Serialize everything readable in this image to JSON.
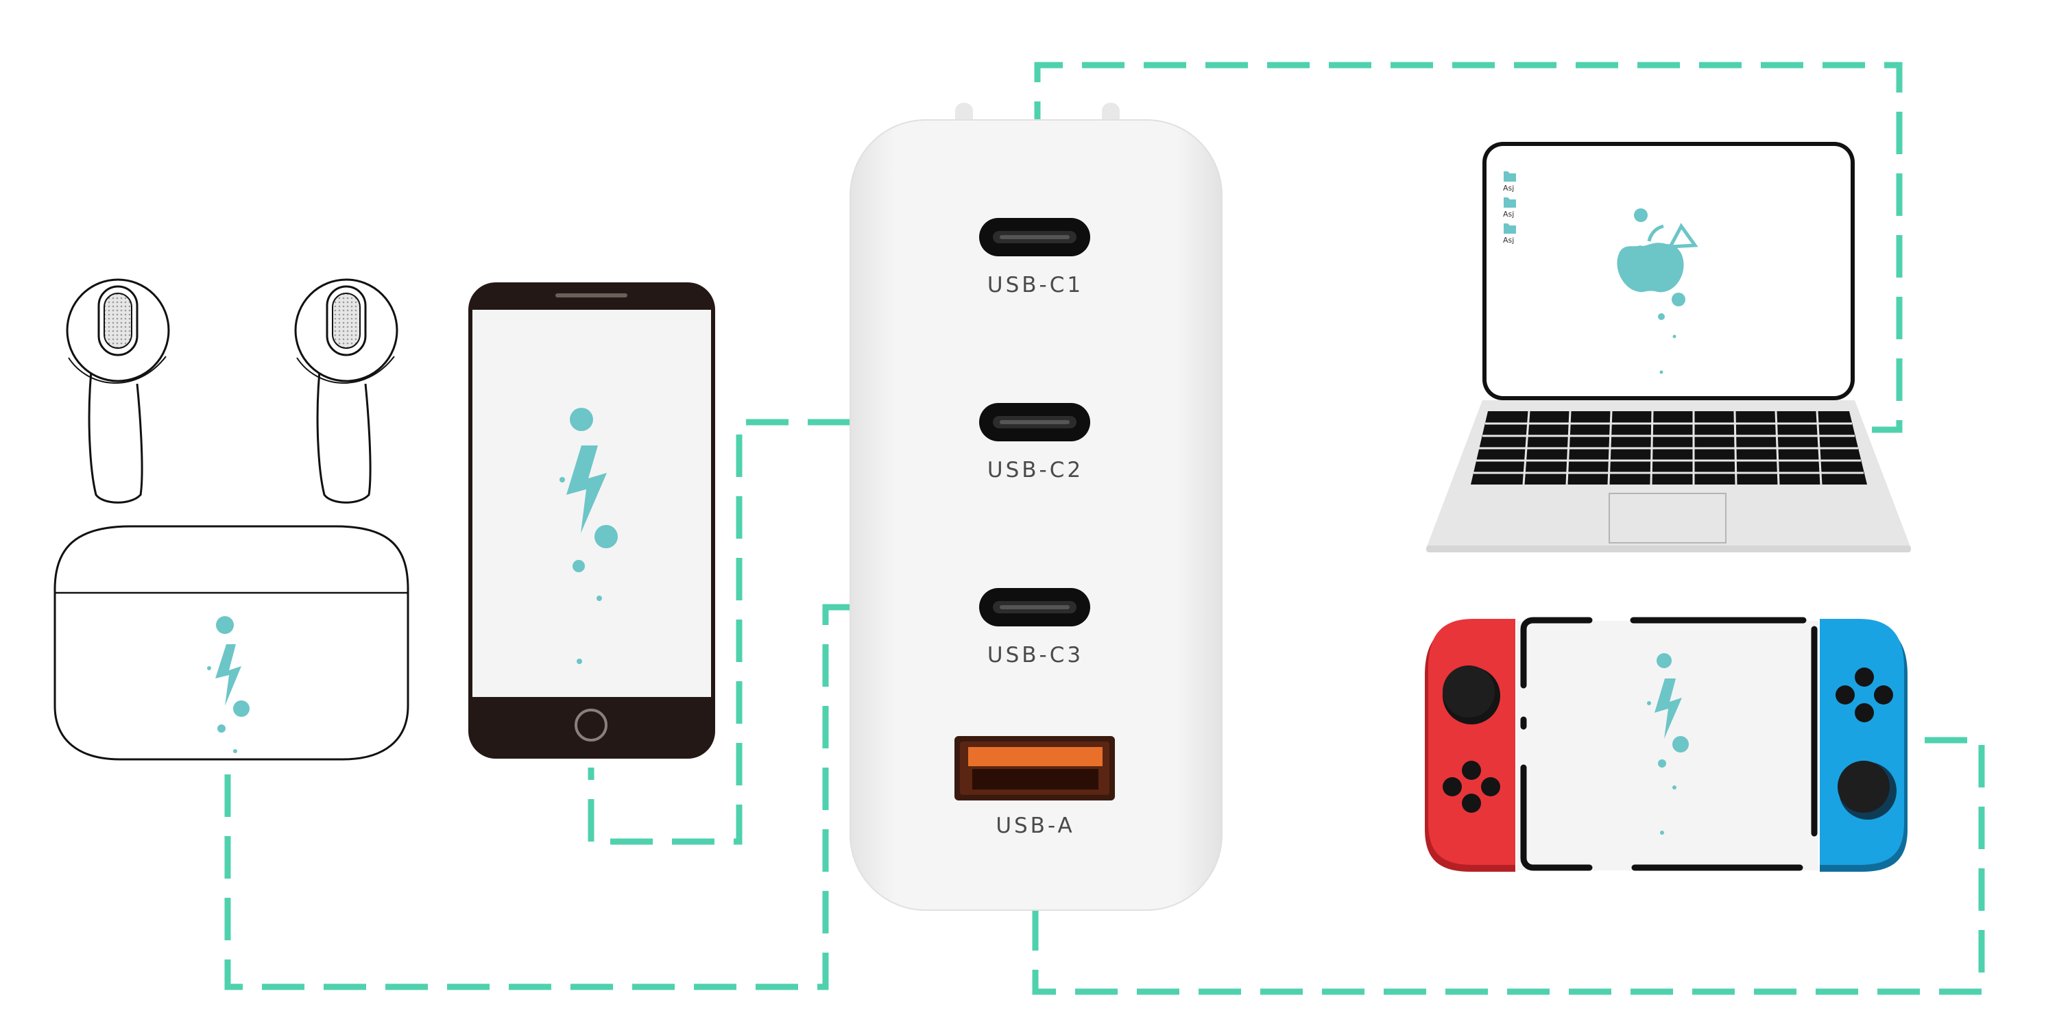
{
  "charger": {
    "ports": [
      {
        "id": "usb-c1",
        "label": "USB-C1"
      },
      {
        "id": "usb-c2",
        "label": "USB-C2"
      },
      {
        "id": "usb-c3",
        "label": "USB-C3"
      },
      {
        "id": "usb-a",
        "label": "USB-A"
      }
    ]
  },
  "laptop": {
    "desktop_icon_labels": [
      "Asj",
      "Asj",
      "Asj"
    ]
  },
  "colors": {
    "connector_line": "#4fd1ae",
    "screen_icon": "#6cc5c7",
    "phone_body": "#231815",
    "charger_body": "#f2f2f2",
    "usb_a_orange": "#e8702a",
    "joycon_red": "#e8353a",
    "joycon_blue": "#1aa3e3"
  },
  "icons": [
    "lightning-icon",
    "apple-logo-icon",
    "folder-icon",
    "home-button-icon"
  ]
}
